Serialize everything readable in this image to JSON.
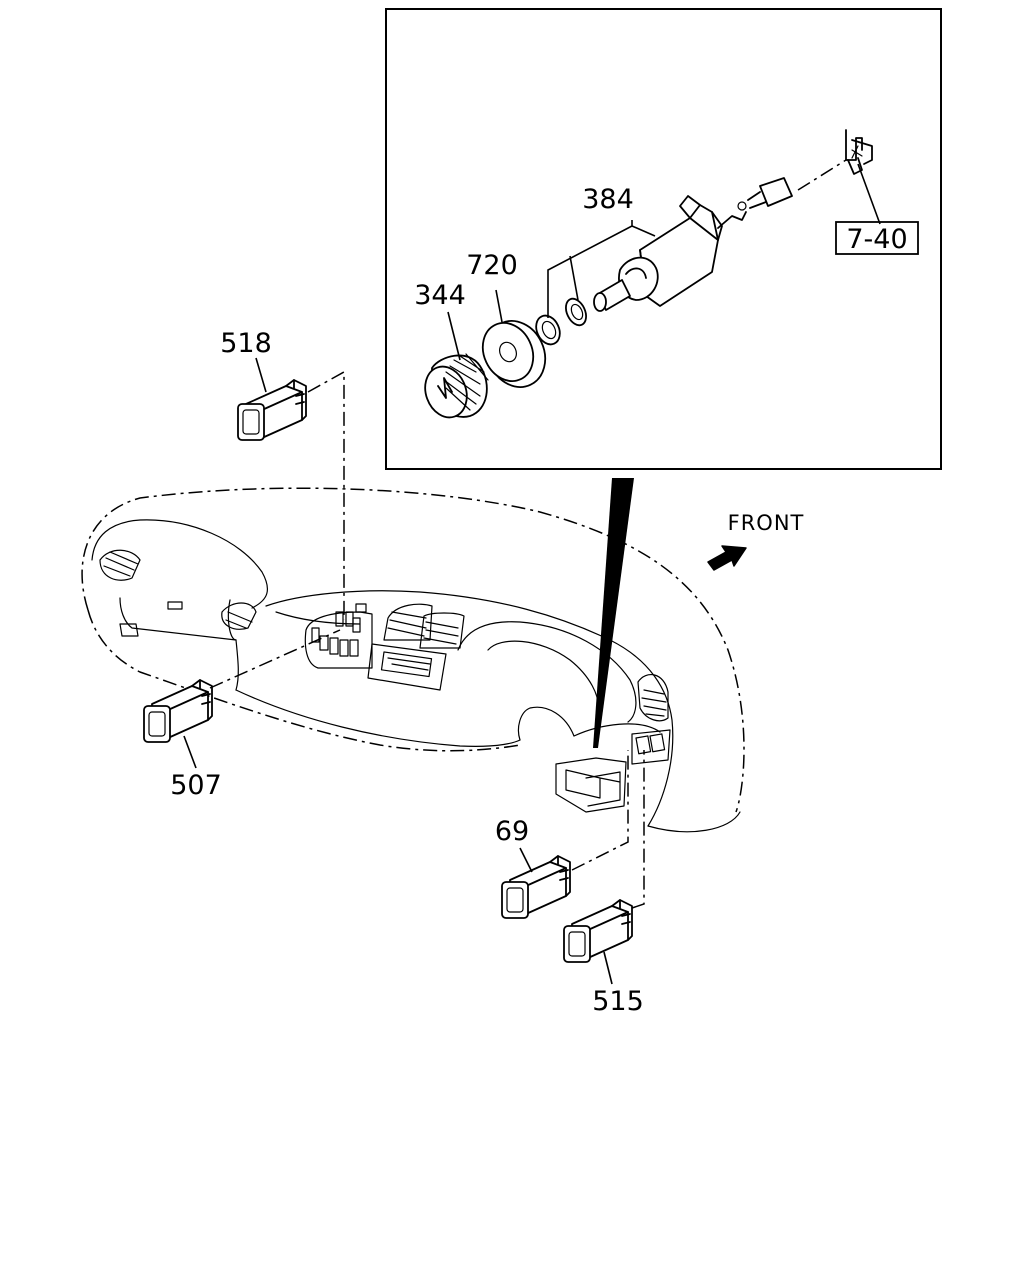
{
  "labels": {
    "p384": "384",
    "p720": "720",
    "p344": "344",
    "ref": "7-40",
    "p518": "518",
    "p507": "507",
    "p69": "69",
    "p515": "515",
    "front": "FRONT"
  },
  "icons": {
    "front_arrow": "arrow-icon"
  }
}
